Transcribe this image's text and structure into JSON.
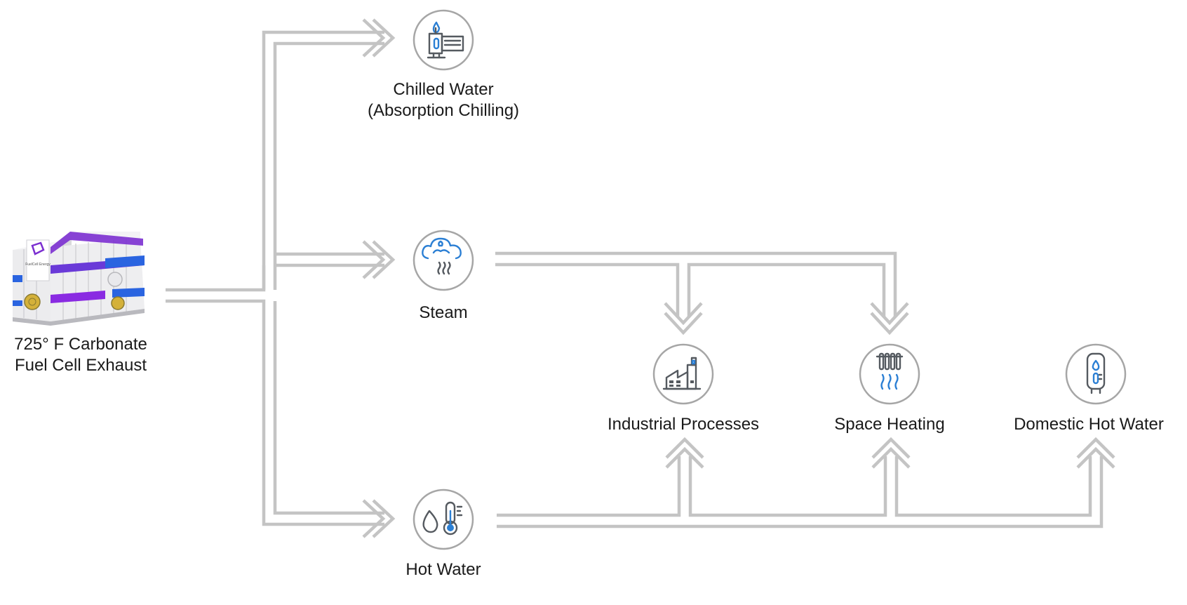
{
  "source": {
    "line1": "725° F Carbonate",
    "line2": "Fuel Cell Exhaust",
    "logo_text": "FuelCell Energy",
    "icon": "fuel-cell-plant-image"
  },
  "outputs": {
    "chilled_water": {
      "line1": "Chilled Water",
      "line2": "(Absorption Chilling)",
      "icon": "absorption-chiller-icon"
    },
    "steam": {
      "label": "Steam",
      "icon": "steam-cloud-icon"
    },
    "hot_water": {
      "label": "Hot Water",
      "icon": "water-thermometer-icon"
    }
  },
  "end_uses": {
    "industrial": {
      "label": "Industrial Processes",
      "icon": "factory-icon"
    },
    "space_heating": {
      "label": "Space Heating",
      "icon": "radiator-icon"
    },
    "domestic_hot_water": {
      "label": "Domestic Hot Water",
      "icon": "water-heater-icon"
    }
  },
  "colors": {
    "pipe": "#c4c4c4",
    "icon_stroke": "#555a60",
    "icon_accent": "#2b7fd4",
    "circle_border": "#a6a6a6",
    "plant_accent_purple": "#8a2be2",
    "plant_accent_blue": "#2266dd",
    "plant_fan": "#d4b13a"
  }
}
